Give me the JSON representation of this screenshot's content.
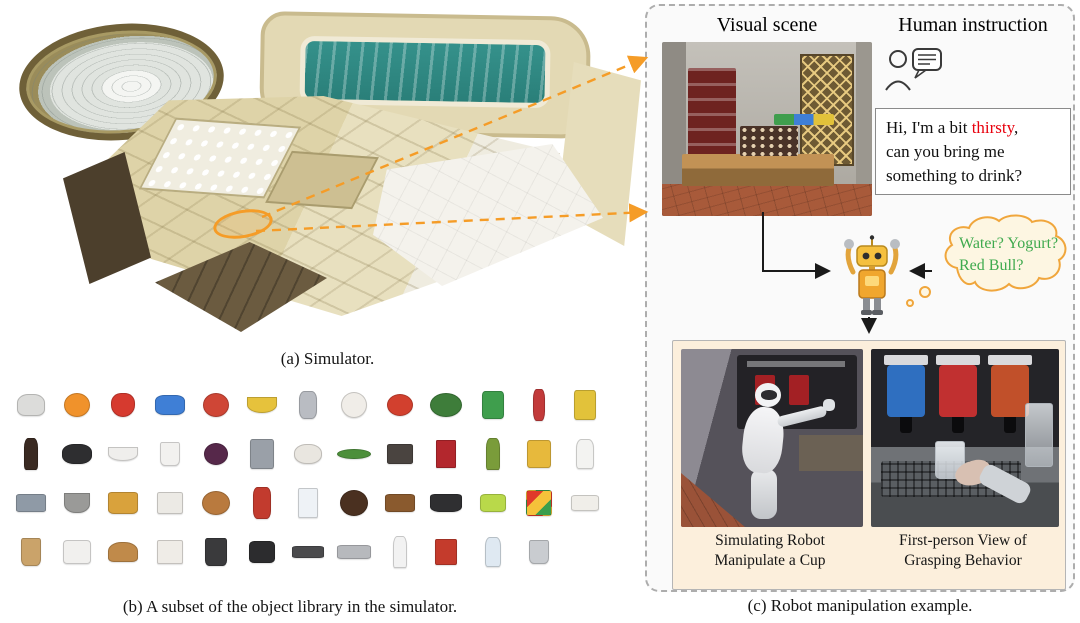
{
  "figure": {
    "caption_a": "(a) Simulator.",
    "caption_b": "(b) A subset of the object library in the simulator.",
    "caption_c": "(c) Robot manipulation example."
  },
  "panel_c": {
    "visual_scene_label": "Visual scene",
    "human_instruction_label": "Human instruction",
    "instruction": {
      "line1_prefix": "Hi, I'm a bit ",
      "highlight": "thirsty",
      "line1_suffix": ",",
      "line2": "can you bring me",
      "line3": "something to drink?"
    },
    "thought": {
      "line1": "Water? Yogurt?",
      "line2": "Red Bull?"
    },
    "left_caption": {
      "line1": "Simulating Robot",
      "line2": "Manipulate a Cup"
    },
    "right_caption": {
      "line1": "First-person View of",
      "line2": "Grasping Behavior"
    }
  },
  "colors": {
    "arrow_orange": "#F59C27",
    "highlight_red": "#E8000D",
    "thought_green": "#3FAA4E",
    "panel_peach": "#FCEFDC"
  },
  "object_library": {
    "items": [
      {
        "name": "kettle",
        "c": "#dcdcda",
        "w": 28,
        "h": 22,
        "r": "40% 40% 30% 30%"
      },
      {
        "name": "orange",
        "c": "#f0922b",
        "w": 26,
        "h": 24,
        "r": "50%"
      },
      {
        "name": "strawberry",
        "c": "#d63a2f",
        "w": 24,
        "h": 24,
        "r": "50% 50% 60% 60%"
      },
      {
        "name": "wet-wipes-pack",
        "c": "#3f7fd6",
        "w": 30,
        "h": 20,
        "r": "30%"
      },
      {
        "name": "apple",
        "c": "#cf4636",
        "w": 26,
        "h": 24,
        "r": "50%"
      },
      {
        "name": "yellow-bowl",
        "c": "#e6c23c",
        "w": 30,
        "h": 16,
        "r": "0 0 50% 50%"
      },
      {
        "name": "gray-canister",
        "c": "#b9bcc2",
        "w": 18,
        "h": 28,
        "r": "30%"
      },
      {
        "name": "teddy-bear",
        "c": "#f0ede8",
        "w": 26,
        "h": 26,
        "r": "50%"
      },
      {
        "name": "tomato",
        "c": "#d2402e",
        "w": 26,
        "h": 22,
        "r": "50%"
      },
      {
        "name": "watermelon",
        "c": "#3e7d3a",
        "w": 32,
        "h": 24,
        "r": "50%"
      },
      {
        "name": "green-carton",
        "c": "#3f9e4d",
        "w": 22,
        "h": 28,
        "r": "15%"
      },
      {
        "name": "red-sauce-bottle",
        "c": "#c23a3a",
        "w": 12,
        "h": 32,
        "r": "30%"
      },
      {
        "name": "juice-box",
        "c": "#e2c23a",
        "w": 22,
        "h": 30,
        "r": "12%"
      },
      {
        "name": "soy-sauce-bottle",
        "c": "#3a2a22",
        "w": 14,
        "h": 32,
        "r": "30% 30% 15% 15%"
      },
      {
        "name": "black-kettle",
        "c": "#2e2e30",
        "w": 30,
        "h": 20,
        "r": "40%"
      },
      {
        "name": "white-bowl",
        "c": "#efeeec",
        "w": 30,
        "h": 14,
        "r": "0 0 50% 50%"
      },
      {
        "name": "white-cup",
        "c": "#f2f1ef",
        "w": 20,
        "h": 24,
        "r": "10% 10% 25% 25%"
      },
      {
        "name": "mangosteen",
        "c": "#56284a",
        "w": 24,
        "h": 22,
        "r": "50%"
      },
      {
        "name": "calculator",
        "c": "#9aa0a8",
        "w": 24,
        "h": 30,
        "r": "10%"
      },
      {
        "name": "plush-toy",
        "c": "#e9e6e0",
        "w": 28,
        "h": 20,
        "r": "45%"
      },
      {
        "name": "cucumber",
        "c": "#4c8f3a",
        "w": 34,
        "h": 10,
        "r": "50%"
      },
      {
        "name": "dark-box",
        "c": "#4a4440",
        "w": 26,
        "h": 20,
        "r": "10%"
      },
      {
        "name": "red-book",
        "c": "#b3272d",
        "w": 20,
        "h": 28,
        "r": "6%"
      },
      {
        "name": "oil-bottle",
        "c": "#7a9c3a",
        "w": 14,
        "h": 32,
        "r": "30% 30% 12% 12%"
      },
      {
        "name": "snack-bag",
        "c": "#e7b93c",
        "w": 24,
        "h": 28,
        "r": "12%"
      },
      {
        "name": "milk-bottle",
        "c": "#f3f3f1",
        "w": 18,
        "h": 30,
        "r": "30% 30% 15% 15%"
      },
      {
        "name": "gray-case",
        "c": "#8f9aa6",
        "w": 30,
        "h": 18,
        "r": "12%"
      },
      {
        "name": "mortar-and-pestle",
        "c": "#9a9a98",
        "w": 26,
        "h": 20,
        "r": "0 0 45% 45%"
      },
      {
        "name": "yellow-mug",
        "c": "#d9a23c",
        "w": 30,
        "h": 22,
        "r": "12% 12% 20% 20%"
      },
      {
        "name": "white-package",
        "c": "#eceae5",
        "w": 26,
        "h": 22,
        "r": "10%"
      },
      {
        "name": "donut",
        "c": "#b97a3e",
        "w": 28,
        "h": 24,
        "r": "50%"
      },
      {
        "name": "chips-can",
        "c": "#c23b2e",
        "w": 18,
        "h": 32,
        "r": "25%"
      },
      {
        "name": "milk-carton",
        "c": "#eef2f6",
        "w": 20,
        "h": 30,
        "r": "8%"
      },
      {
        "name": "prayer-beads",
        "c": "#4a3020",
        "w": 28,
        "h": 26,
        "r": "50%"
      },
      {
        "name": "wallet",
        "c": "#8a5a2e",
        "w": 30,
        "h": 18,
        "r": "15%"
      },
      {
        "name": "black-pot",
        "c": "#2f2f31",
        "w": 32,
        "h": 18,
        "r": "15% 15% 30% 30%"
      },
      {
        "name": "green-sponge",
        "c": "#b9d94a",
        "w": 26,
        "h": 18,
        "r": "20%"
      },
      {
        "name": "rubiks-cube",
        "c": "linear-gradient(135deg,#e03a2a 0 34%,#f5c23a 34% 67%,#3a9e4d 67%)",
        "w": 26,
        "h": 26,
        "r": "12%"
      },
      {
        "name": "white-sachet",
        "c": "#f0eee9",
        "w": 28,
        "h": 16,
        "r": "15%"
      },
      {
        "name": "coffee-cup",
        "c": "#caa36a",
        "w": 20,
        "h": 28,
        "r": "10% 10% 25% 25%"
      },
      {
        "name": "kitchen-scale",
        "c": "#f1f0ee",
        "w": 28,
        "h": 24,
        "r": "15%"
      },
      {
        "name": "bread-loaf",
        "c": "#c08a4a",
        "w": 30,
        "h": 20,
        "r": "45% 45% 20% 20%"
      },
      {
        "name": "white-carton",
        "c": "#efece7",
        "w": 26,
        "h": 24,
        "r": "8%"
      },
      {
        "name": "trash-bin",
        "c": "#3a3a3c",
        "w": 22,
        "h": 28,
        "r": "10% 10% 20% 20%"
      },
      {
        "name": "black-cooker",
        "c": "#2c2c2e",
        "w": 26,
        "h": 22,
        "r": "20%"
      },
      {
        "name": "dark-tray",
        "c": "#4a4a4c",
        "w": 32,
        "h": 12,
        "r": "15%"
      },
      {
        "name": "gray-tray",
        "c": "#b7b9bd",
        "w": 34,
        "h": 14,
        "r": "15%"
      },
      {
        "name": "spray-bottle",
        "c": "#f2f2f2",
        "w": 14,
        "h": 32,
        "r": "30% 30% 12% 12%"
      },
      {
        "name": "red-box",
        "c": "#c43b2c",
        "w": 22,
        "h": 26,
        "r": "8%"
      },
      {
        "name": "water-bottle",
        "c": "#dfe9f2",
        "w": 16,
        "h": 30,
        "r": "30% 30% 15% 15%"
      },
      {
        "name": "gray-cup",
        "c": "#c9ccd0",
        "w": 20,
        "h": 24,
        "r": "10% 10% 25% 25%"
      }
    ]
  }
}
